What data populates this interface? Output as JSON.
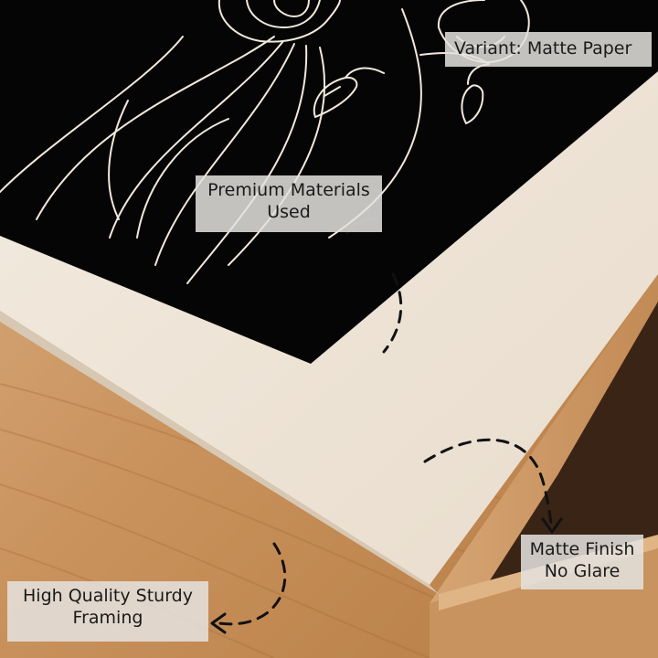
{
  "labels": {
    "variant": "Variant: Matte Paper",
    "premium": [
      "Premium Materials",
      "Used"
    ],
    "matte": [
      "Matte Finish",
      "No Glare"
    ],
    "framing": [
      "High Quality Sturdy",
      "Framing"
    ]
  },
  "colors": {
    "print_black": "#050505",
    "paper": "#efe6da",
    "line_art": "#f2e9dc",
    "wood_light": "#d8ab7c",
    "wood_dark": "#a8713f",
    "label_bg": "#e4e2de"
  }
}
